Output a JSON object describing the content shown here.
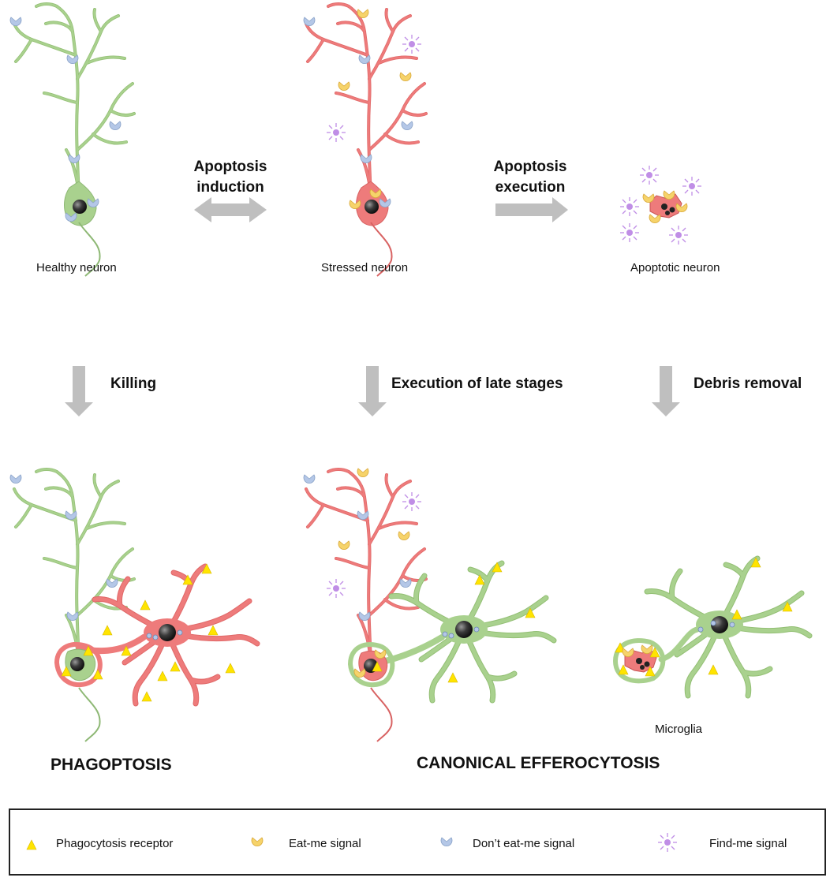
{
  "top_row": {
    "healthy": "Healthy neuron",
    "stressed": "Stressed neuron",
    "apoptotic": "Apoptotic neuron",
    "arrow_left_line1": "Apoptosis",
    "arrow_left_line2": "induction",
    "arrow_right_line1": "Apoptosis",
    "arrow_right_line2": "execution"
  },
  "middle_row": {
    "killing": "Killing",
    "late_stages": "Execution of late stages",
    "debris": "Debris removal"
  },
  "bottom_row": {
    "microglia": "Microglia",
    "phagoptosis": "PHAGOPTOSIS",
    "efferocytosis": "CANONICAL EFFEROCYTOSIS"
  },
  "legend": {
    "receptor": "Phagocytosis receptor",
    "eat_me": "Eat-me signal",
    "dont_eat_me": "Don’t eat-me signal",
    "find_me": "Find-me signal"
  },
  "colors": {
    "healthy_green": "#a9d18e",
    "stressed_red": "#ee7b7b",
    "receptor_yellow": "#ffe400",
    "eat_me_orange": "#f6d36a",
    "dont_eat_me_blue": "#b4c7e7",
    "find_me_purple": "#c08ee6",
    "arrow_gray": "#bfbfbf"
  }
}
